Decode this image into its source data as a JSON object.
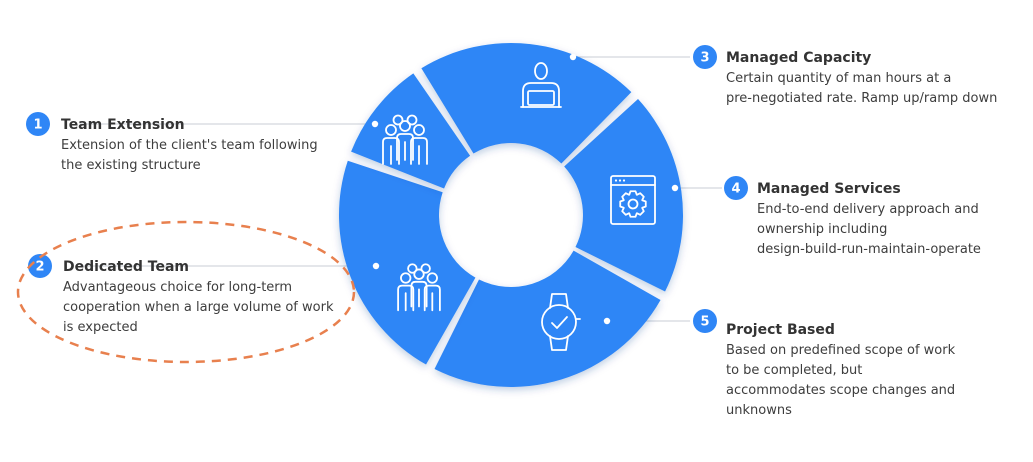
{
  "colors": {
    "ring": "#2F86F6",
    "ring_shadow": "#1E6FE0",
    "badge": "#2F86F6",
    "connector": "#C9CED6",
    "highlight_ellipse": "#E8804E",
    "icon_stroke": "#ffffff"
  },
  "items": [
    {
      "number": "1",
      "title": "Team Extension",
      "description_lines": [
        "Extension of the client's team following",
        "the existing structure"
      ],
      "icon": "team-group-icon"
    },
    {
      "number": "2",
      "title": "Dedicated Team",
      "description_lines": [
        "Advantageous choice for long-term",
        "cooperation when a large volume of work",
        "is expected"
      ],
      "icon": "people-group-icon"
    },
    {
      "number": "3",
      "title": "Managed Capacity",
      "description_lines": [
        "Certain quantity of man hours at a",
        "pre-negotiated rate. Ramp up/ramp down"
      ],
      "icon": "person-laptop-icon"
    },
    {
      "number": "4",
      "title": "Managed Services",
      "description_lines": [
        "End-to-end delivery approach and",
        "ownership including",
        "design-build-run-maintain-operate"
      ],
      "icon": "browser-gear-icon"
    },
    {
      "number": "5",
      "title": "Project Based",
      "description_lines": [
        "Based on predefined scope of work",
        "to be completed, but",
        "accommodates scope changes and",
        "unknowns"
      ],
      "icon": "watch-check-icon"
    }
  ]
}
